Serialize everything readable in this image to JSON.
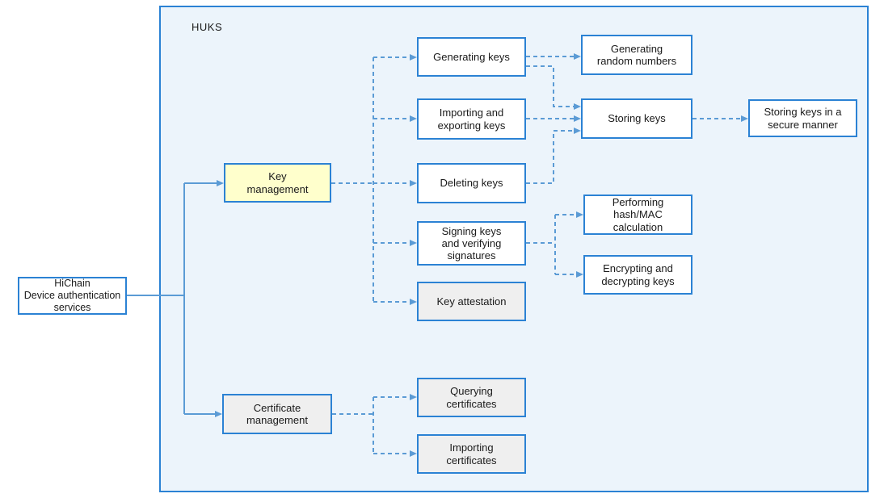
{
  "diagram": {
    "container_label": "HUKS",
    "colors": {
      "canvas_bg": "#FFFFFF",
      "container_bg": "#ECF4FB",
      "border_blue": "#2B82D4",
      "connector_blue": "#5B9BD5",
      "node_white": "#FFFFFF",
      "node_yellow": "#FFFFCC",
      "node_gray": "#EFEFEF",
      "text": "#1A1A1A"
    },
    "nodes": {
      "hichain": {
        "label": "HiChain\nDevice authentication\nservices",
        "fill": "white"
      },
      "key_management": {
        "label": "Key\nmanagement",
        "fill": "yellow"
      },
      "certificate_management": {
        "label": "Certificate\nmanagement",
        "fill": "gray"
      },
      "generating_keys": {
        "label": "Generating keys",
        "fill": "white"
      },
      "importing_exporting_keys": {
        "label": "Importing and\nexporting keys",
        "fill": "white"
      },
      "deleting_keys": {
        "label": "Deleting keys",
        "fill": "white"
      },
      "signing_keys": {
        "label": "Signing keys\nand verifying\nsignatures",
        "fill": "white"
      },
      "key_attestation": {
        "label": "Key attestation",
        "fill": "gray"
      },
      "querying_certificates": {
        "label": "Querying\ncertificates",
        "fill": "gray"
      },
      "importing_certificates": {
        "label": "Importing\ncertificates",
        "fill": "gray"
      },
      "generating_random_numbers": {
        "label": "Generating\nrandom numbers",
        "fill": "white"
      },
      "storing_keys": {
        "label": "Storing keys",
        "fill": "white"
      },
      "storing_keys_secure": {
        "label": "Storing keys in a\nsecure manner",
        "fill": "white"
      },
      "performing_hash_mac": {
        "label": "Performing\nhash/MAC\ncalculation",
        "fill": "white"
      },
      "encrypting_decrypting": {
        "label": "Encrypting and\ndecrypting keys",
        "fill": "white"
      }
    },
    "edges": [
      {
        "from": "hichain",
        "to": "key_management",
        "style": "solid"
      },
      {
        "from": "hichain",
        "to": "certificate_management",
        "style": "solid"
      },
      {
        "from": "key_management",
        "to": "generating_keys",
        "style": "dashed"
      },
      {
        "from": "key_management",
        "to": "importing_exporting_keys",
        "style": "dashed"
      },
      {
        "from": "key_management",
        "to": "deleting_keys",
        "style": "dashed"
      },
      {
        "from": "key_management",
        "to": "signing_keys",
        "style": "dashed"
      },
      {
        "from": "key_management",
        "to": "key_attestation",
        "style": "dashed"
      },
      {
        "from": "generating_keys",
        "to": "generating_random_numbers",
        "style": "dashed"
      },
      {
        "from": "generating_keys",
        "to": "storing_keys",
        "style": "dashed"
      },
      {
        "from": "importing_exporting_keys",
        "to": "storing_keys",
        "style": "dashed"
      },
      {
        "from": "deleting_keys",
        "to": "storing_keys",
        "style": "dashed"
      },
      {
        "from": "storing_keys",
        "to": "storing_keys_secure",
        "style": "dashed"
      },
      {
        "from": "signing_keys",
        "to": "performing_hash_mac",
        "style": "dashed"
      },
      {
        "from": "signing_keys",
        "to": "encrypting_decrypting",
        "style": "dashed"
      },
      {
        "from": "certificate_management",
        "to": "querying_certificates",
        "style": "dashed"
      },
      {
        "from": "certificate_management",
        "to": "importing_certificates",
        "style": "dashed"
      }
    ]
  }
}
